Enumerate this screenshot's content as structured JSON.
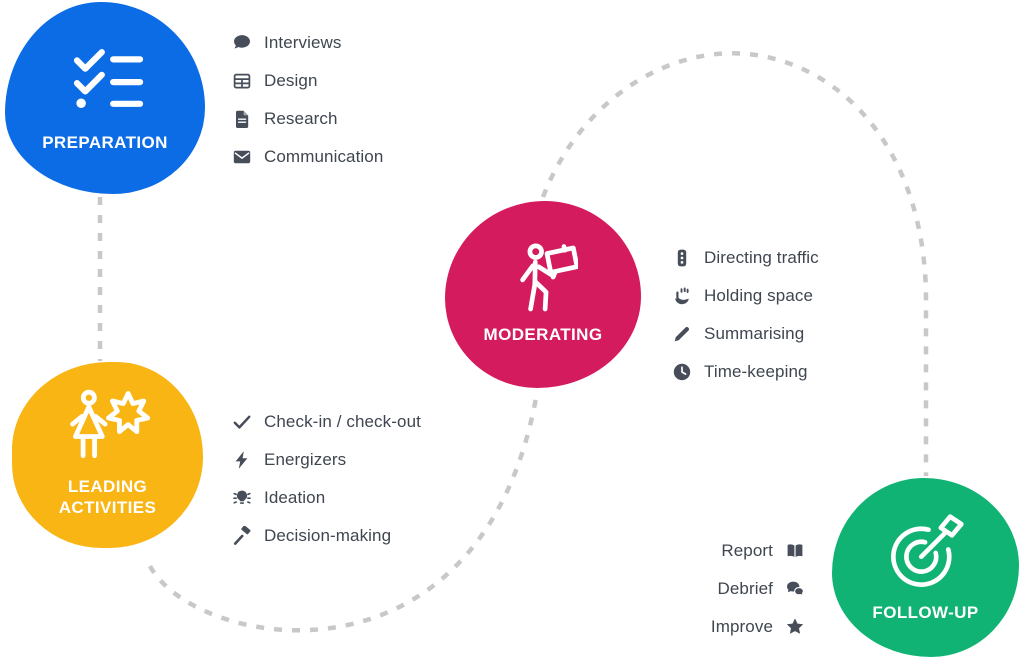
{
  "diagram": {
    "kind": "facilitation-stages-cycle",
    "stages": [
      {
        "id": "preparation",
        "label": "PREPARATION",
        "color": "#0b6ce5",
        "icon": "checklist-icon",
        "items": [
          {
            "icon": "speech-bubble-icon",
            "label": "Interviews"
          },
          {
            "icon": "table-grid-icon",
            "label": "Design"
          },
          {
            "icon": "document-icon",
            "label": "Research"
          },
          {
            "icon": "envelope-icon",
            "label": "Communication"
          }
        ]
      },
      {
        "id": "moderating",
        "label": "MODERATING",
        "color": "#d41b5d",
        "icon": "person-with-sign-icon",
        "items": [
          {
            "icon": "traffic-light-icon",
            "label": "Directing traffic"
          },
          {
            "icon": "holding-hand-icon",
            "label": "Holding space"
          },
          {
            "icon": "pencil-icon",
            "label": "Summarising"
          },
          {
            "icon": "clock-icon",
            "label": "Time-keeping"
          }
        ]
      },
      {
        "id": "leading-activities",
        "label": "LEADING ACTIVITIES",
        "label_lines": [
          "LEADING",
          "ACTIVITIES"
        ],
        "color": "#f8b513",
        "icon": "person-with-star-icon",
        "items": [
          {
            "icon": "check-icon",
            "label": "Check-in / check-out"
          },
          {
            "icon": "lightning-icon",
            "label": "Energizers"
          },
          {
            "icon": "lightbulb-icon",
            "label": "Ideation"
          },
          {
            "icon": "gavel-icon",
            "label": "Decision-making"
          }
        ]
      },
      {
        "id": "follow-up",
        "label": "FOLLOW-UP",
        "color": "#10b373",
        "icon": "target-dart-icon",
        "items": [
          {
            "icon": "open-book-icon",
            "label": "Report"
          },
          {
            "icon": "chat-bubbles-icon",
            "label": "Debrief"
          },
          {
            "icon": "star-icon",
            "label": "Improve"
          }
        ]
      }
    ],
    "colors": {
      "background": "#ffffff",
      "blob_text": "#ffffff",
      "list_text": "#3f4650",
      "list_icon": "#474e59",
      "connector": "#c8c8c8"
    }
  }
}
